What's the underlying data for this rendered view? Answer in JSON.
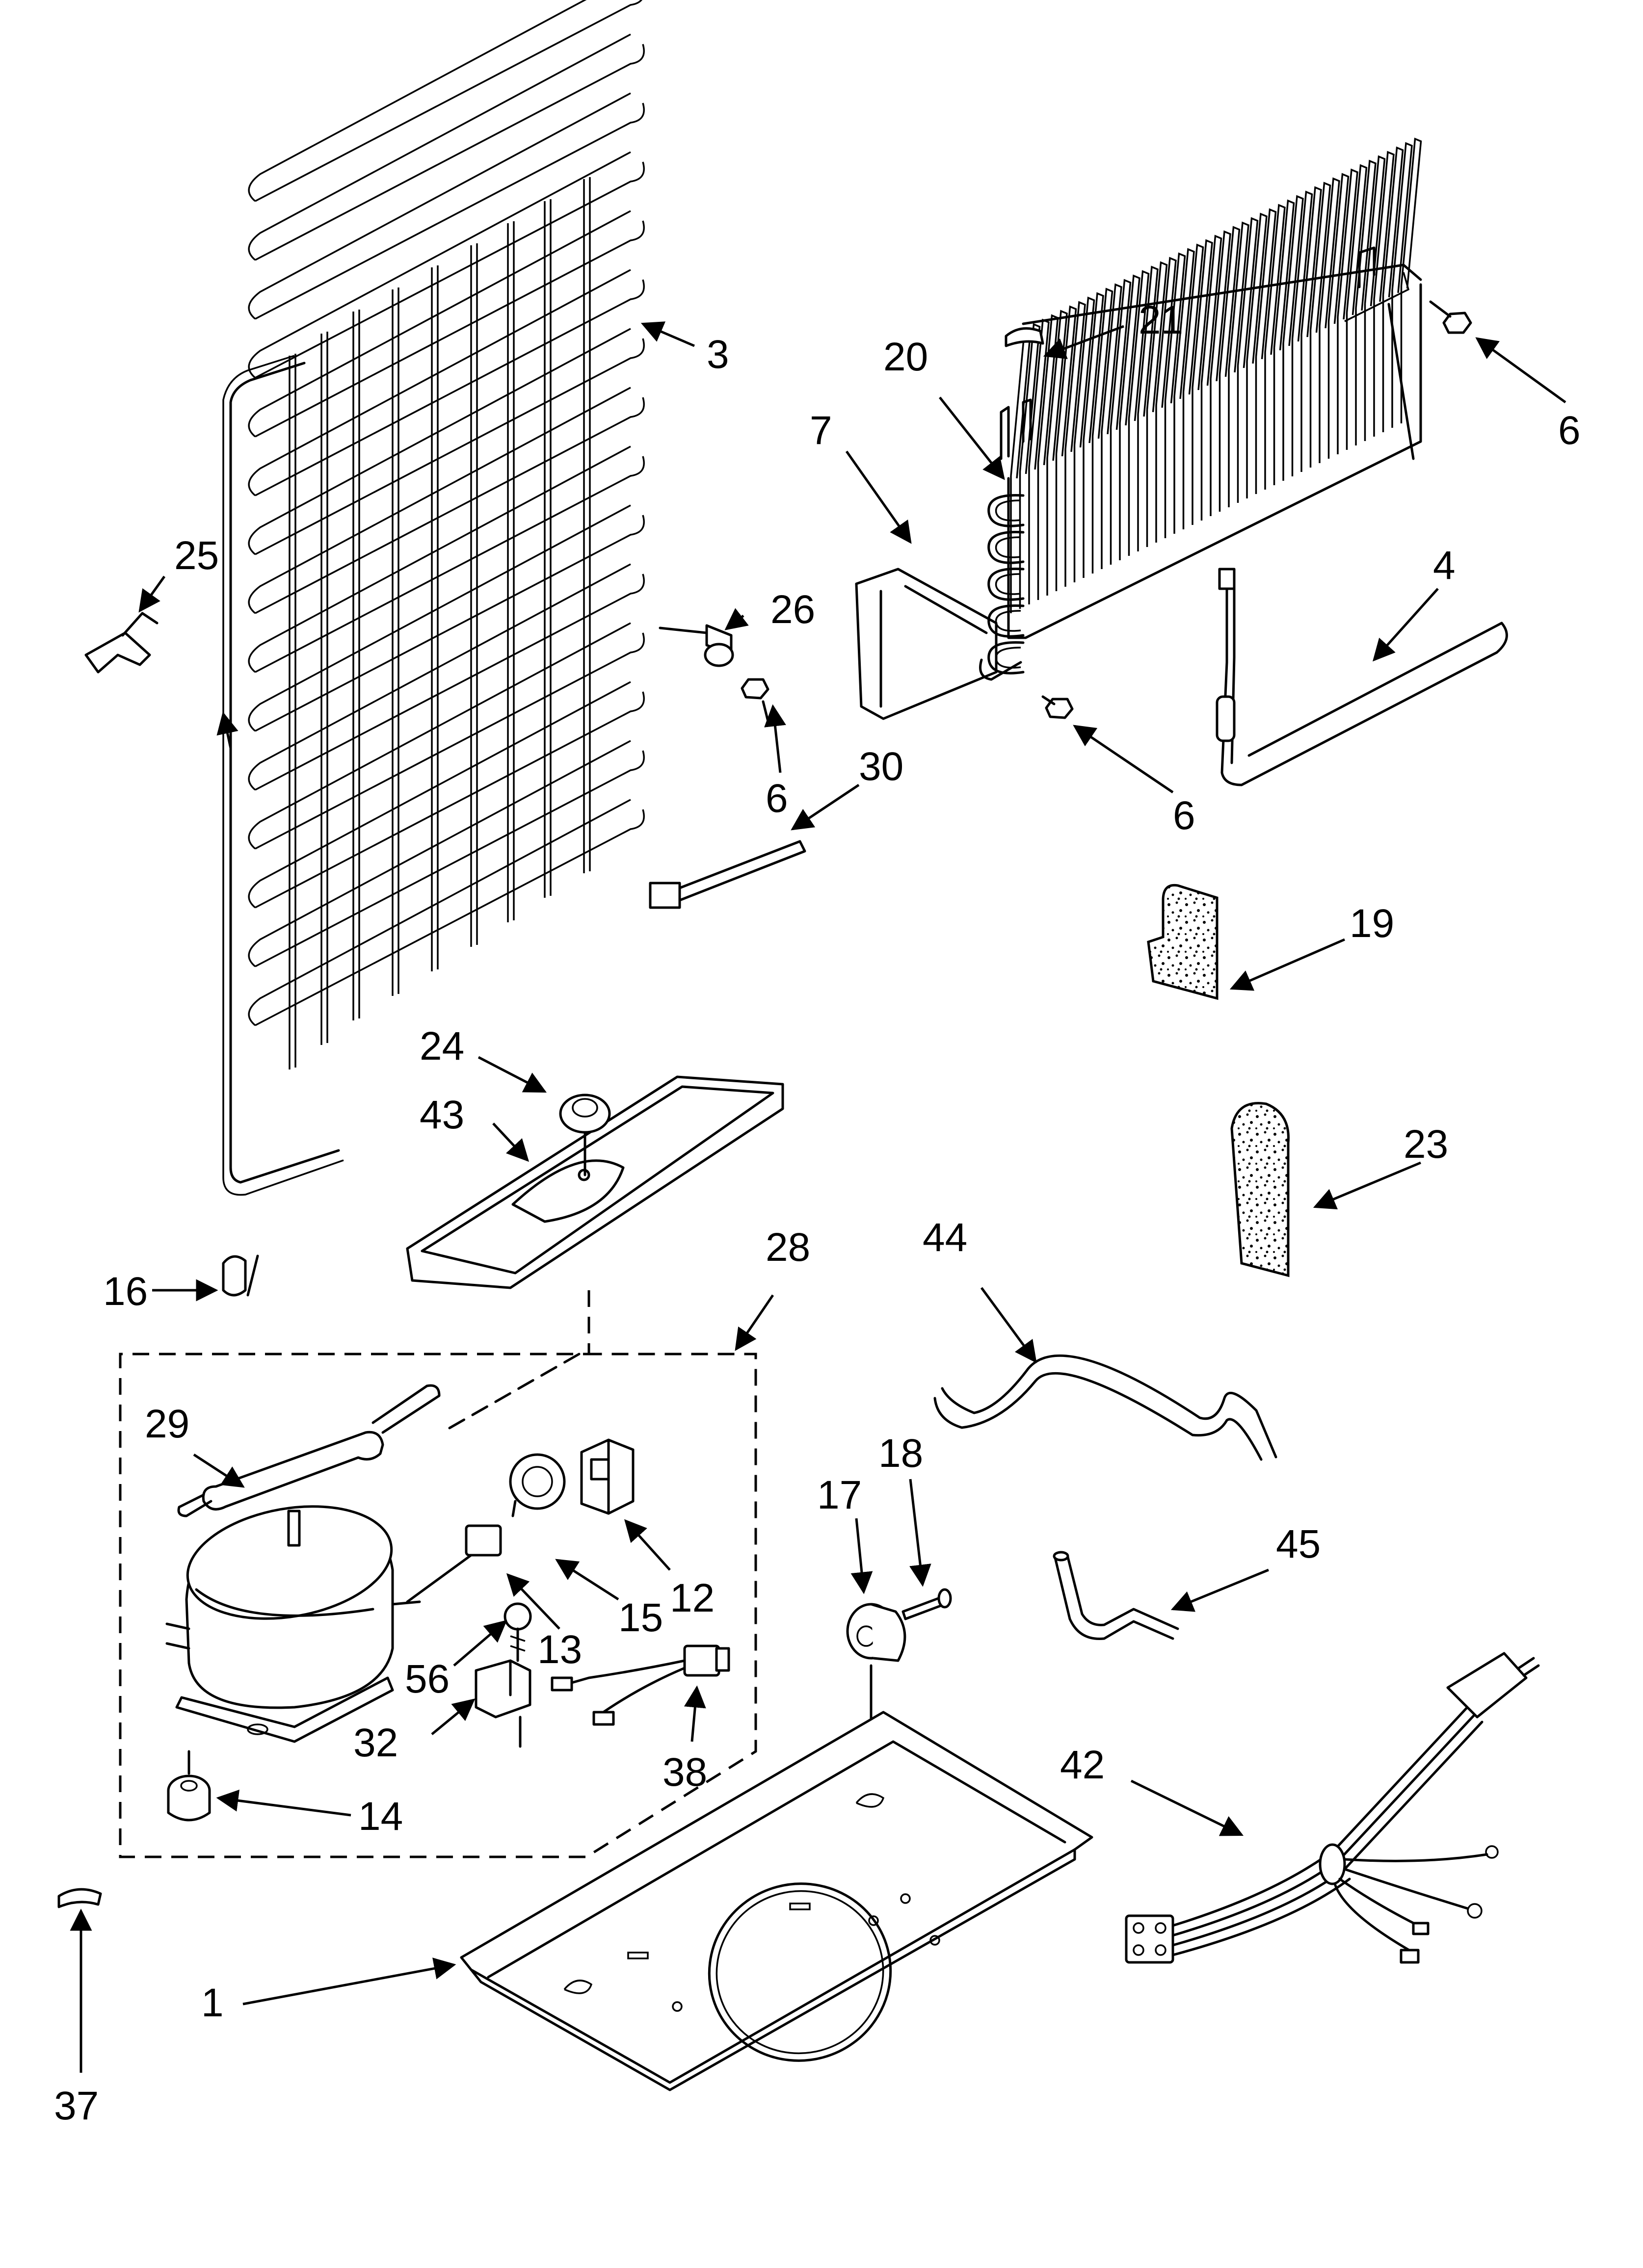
{
  "callouts": {
    "c1": "1",
    "c3": "3",
    "c4": "4",
    "c6a": "6",
    "c6b": "6",
    "c6c": "6",
    "c7": "7",
    "c12": "12",
    "c13": "13",
    "c14": "14",
    "c15": "15",
    "c16": "16",
    "c17": "17",
    "c18": "18",
    "c19": "19",
    "c20": "20",
    "c21": "21",
    "c23": "23",
    "c24": "24",
    "c25": "25",
    "c26": "26",
    "c28": "28",
    "c29": "29",
    "c30": "30",
    "c32": "32",
    "c37": "37",
    "c38": "38",
    "c42": "42",
    "c43": "43",
    "c44": "44",
    "c45": "45",
    "c56": "56"
  },
  "colors": {
    "ink": "#000000",
    "paper": "#ffffff"
  }
}
